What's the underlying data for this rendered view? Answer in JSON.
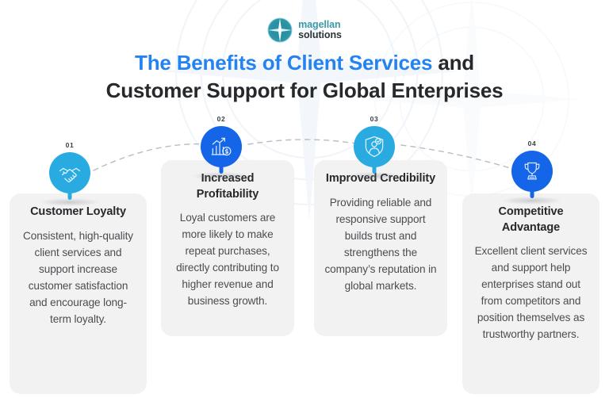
{
  "brand": {
    "logo_icon": "compass-rose-icon",
    "name_line1": "magellan",
    "name_line2": "solutions",
    "teal": "#3a9aa8",
    "dark": "#2d3436"
  },
  "header": {
    "title_highlight": "The Benefits of Client Services",
    "title_rest": " and",
    "title_line2": "Customer Support for Global Enterprises",
    "highlight_color": "#2483f0",
    "text_color": "#26282b"
  },
  "connector": {
    "style": "dashed",
    "color": "#b9bcc2"
  },
  "cards": [
    {
      "number": "01",
      "icon": "handshake-icon",
      "circle_color": "#29abe2",
      "title": "Customer Loyalty",
      "body": "Consistent, high-quality client services and support increase customer satisfaction and encourage long-term loyalty."
    },
    {
      "number": "02",
      "icon": "bar-chart-dollar-icon",
      "circle_color": "#1565e8",
      "title": "Increased Profitability",
      "body": "Loyal customers are more likely to make repeat purchases, directly contributing to higher revenue and business growth."
    },
    {
      "number": "03",
      "icon": "shield-check-person-icon",
      "circle_color": "#29abe2",
      "title": "Improved Credibility",
      "body": "Providing reliable and responsive support builds trust and strengthens the company’s reputation in global markets."
    },
    {
      "number": "04",
      "icon": "trophy-icon",
      "circle_color": "#1565e8",
      "title": "Competitive Advantage",
      "body": "Excellent client services and support help enterprises stand out from competitors and position themselves as trustworthy partners."
    }
  ],
  "background": {
    "watermark_icon": "compass-rose-watermark",
    "page_color": "#ffffff",
    "card_color": "#f2f2f2"
  }
}
